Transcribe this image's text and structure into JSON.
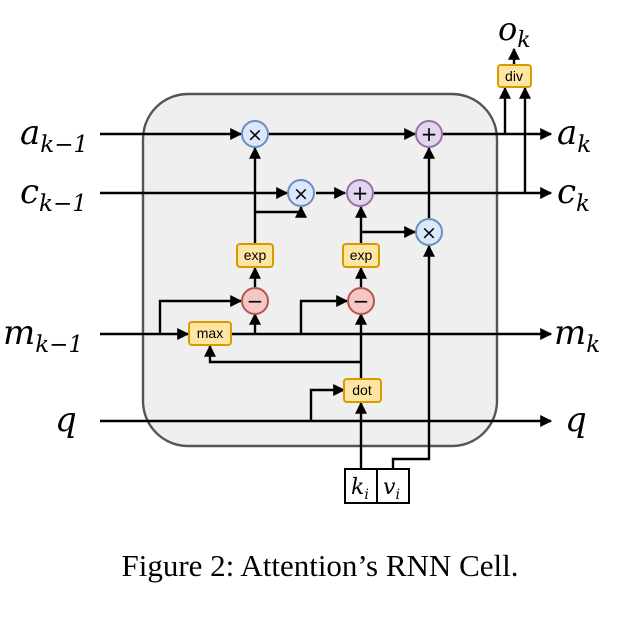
{
  "inputs": {
    "a": {
      "base": "a",
      "sub": "k−1"
    },
    "c": {
      "base": "c",
      "sub": "k−1"
    },
    "m": {
      "base": "m",
      "sub": "k−1"
    },
    "q": {
      "base": "q",
      "sub": ""
    }
  },
  "outputs": {
    "a": {
      "base": "a",
      "sub": "k"
    },
    "c": {
      "base": "c",
      "sub": "k"
    },
    "m": {
      "base": "m",
      "sub": "k"
    },
    "q": {
      "base": "q",
      "sub": ""
    },
    "o": {
      "base": "o",
      "sub": "k"
    }
  },
  "blocks": {
    "div": "div",
    "exp_left": "exp",
    "exp_right": "exp",
    "max": "max",
    "dot": "dot"
  },
  "operators": {
    "multiply": "×",
    "add": "+",
    "subtract": "−"
  },
  "key_value": {
    "k": {
      "base": "k",
      "sub": "i"
    },
    "v": {
      "base": "v",
      "sub": "i"
    }
  },
  "caption": "Figure 2: Attention’s RNN Cell.",
  "colors": {
    "cell_fill": "#efefef",
    "cell_stroke": "#555555",
    "multiply_fill": "#dbe8fb",
    "multiply_stroke": "#6c8ebf",
    "add_fill": "#e2d5ee",
    "add_stroke": "#9673a6",
    "subtract_fill": "#f4c6c4",
    "subtract_stroke": "#b85450",
    "block_fill": "#ffe5a3",
    "block_stroke": "#d79b00"
  }
}
